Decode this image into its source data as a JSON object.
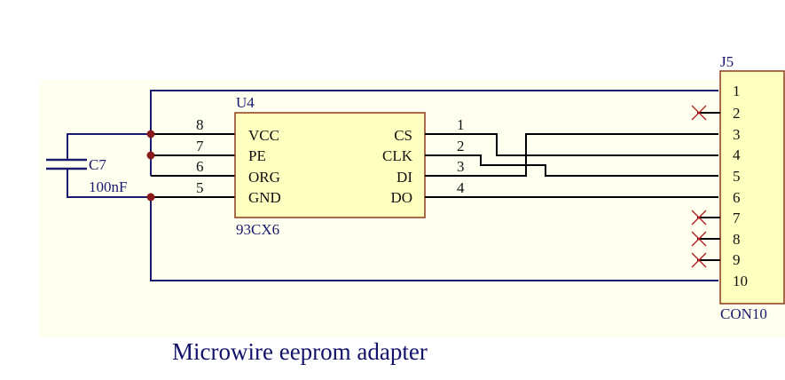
{
  "title": "Microwire eeprom adapter",
  "colors": {
    "wire": "#1a1a6e",
    "pin_wire": "#000000",
    "component_fill": "#ffffc0",
    "component_border": "#8b3a1a",
    "junction": "#8b1a1a",
    "no_connect": "#b02020"
  },
  "capacitor": {
    "ref": "C7",
    "value": "100nF"
  },
  "ic": {
    "ref": "U4",
    "part": "93CX6",
    "left_pins": [
      {
        "num": "8",
        "name": "VCC"
      },
      {
        "num": "7",
        "name": "PE"
      },
      {
        "num": "6",
        "name": "ORG"
      },
      {
        "num": "5",
        "name": "GND"
      }
    ],
    "right_pins": [
      {
        "num": "1",
        "name": "CS"
      },
      {
        "num": "2",
        "name": "CLK"
      },
      {
        "num": "3",
        "name": "DI"
      },
      {
        "num": "4",
        "name": "DO"
      }
    ]
  },
  "connector": {
    "ref": "J5",
    "part": "CON10",
    "pins": [
      "1",
      "2",
      "3",
      "4",
      "5",
      "6",
      "7",
      "8",
      "9",
      "10"
    ],
    "no_connect_pins": [
      "2",
      "7",
      "8",
      "9"
    ]
  },
  "nets": [
    {
      "from": "U4.8 VCC",
      "to": "J5.1"
    },
    {
      "from": "U4.7 PE",
      "to": "VCC"
    },
    {
      "from": "U4.6 ORG",
      "to": "VCC"
    },
    {
      "from": "U4.5 GND",
      "to": "J5.10"
    },
    {
      "from": "U4.1 CS",
      "to": "J5.4"
    },
    {
      "from": "U4.2 CLK",
      "to": "J5.5"
    },
    {
      "from": "U4.3 DI",
      "to": "J5.3"
    },
    {
      "from": "U4.4 DO",
      "to": "J5.6"
    },
    {
      "from": "C7",
      "to": "VCC-GND"
    }
  ]
}
